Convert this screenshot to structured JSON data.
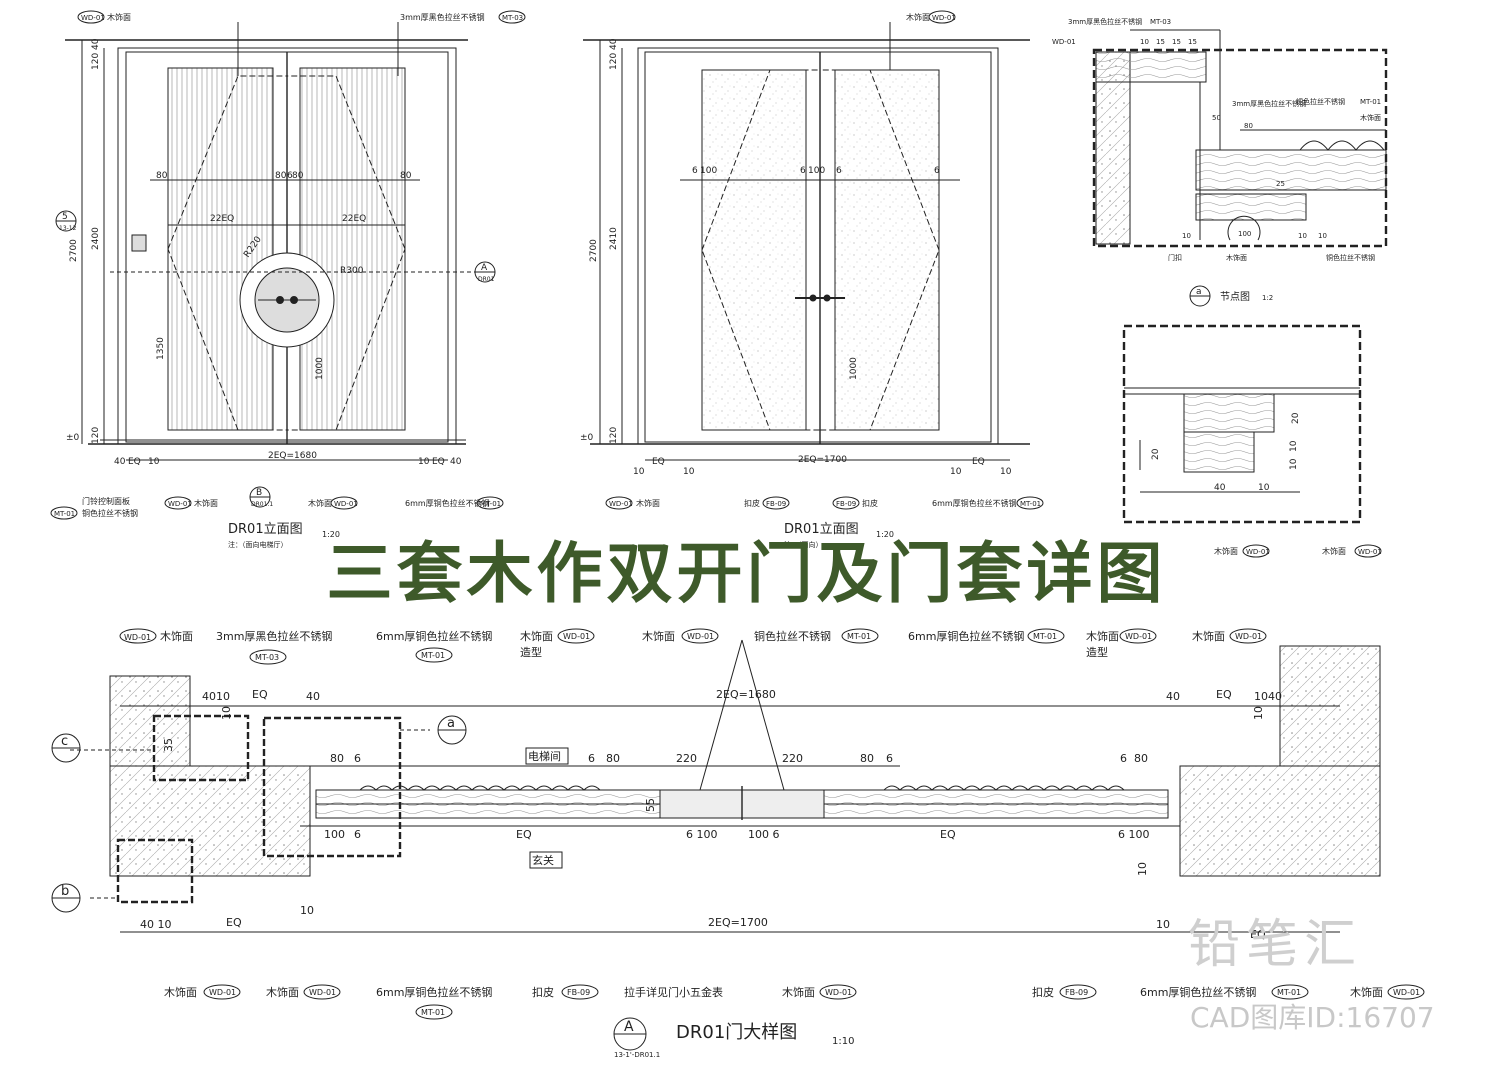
{
  "banner_title": "三套木作双开门及门套详图",
  "brand_watermark": "铅笔汇",
  "cad_id": "CAD图库ID:16707",
  "colors": {
    "line": "#222222",
    "hatch": "#777777",
    "banner": "#3e5a2a",
    "watermark": "#d0d0d0"
  },
  "elev1": {
    "title": "DR01立面图",
    "scale": "1:20",
    "note": "注：（面向电梯厅）",
    "tag_top_left_code": "WD-01",
    "tag_top_left_text": "木饰面",
    "tag_top_right_text": "3mm厚黑色拉丝不锈钢",
    "tag_top_right_code": "MT-03",
    "dims": {
      "h_total": "2700",
      "h_door": "2400",
      "h_top": "120",
      "h_top2": "40",
      "h_handle": "1350",
      "h_bottom": "120",
      "h_inner": "1000",
      "panel_left": "22EQ",
      "panel_right": "22EQ",
      "width": "2EQ=1680",
      "r1": "R220",
      "r2": "R300",
      "d80a": "80",
      "d80b": "80",
      "d80c": "80",
      "d80d": "80",
      "d6": "6",
      "eq_l": "EQ",
      "eq_r": "EQ",
      "d40l": "40",
      "d10l": "10",
      "d10r": "10",
      "d40r": "40",
      "zero": "±0"
    },
    "sec_left_num": "5",
    "sec_left_ref": "13-12",
    "sec_right_letter": "A",
    "sec_right_ref": "DR01",
    "sec_bottom_letter": "B",
    "sec_bottom_ref": "DR01.1",
    "callout_panel": "门铃控制面板",
    "callout_wd_text": "木饰面",
    "wd": "WD-01",
    "mt01": "MT-01",
    "mt01_text": "铜色拉丝不锈钢",
    "callout_wood": "木饰面",
    "callout_6mm": "6mm厚铜色拉丝不锈钢"
  },
  "elev2": {
    "title": "DR01立面图",
    "scale": "1:20",
    "note": "注：（面向）",
    "tag_top_text": "木饰面",
    "tag_top_code": "WD-01",
    "dims": {
      "h_total": "2700",
      "h_door": "2410",
      "h_top": "120",
      "h_top2": "40",
      "h_bottom": "120",
      "h_inner": "1000",
      "width": "2EQ=1700",
      "eq_l": "EQ",
      "eq_r": "EQ",
      "d6a": "6",
      "d100": "100",
      "d6b": "6",
      "d6c": "6",
      "d100b": "100",
      "d6d": "6",
      "d10a": "10",
      "d10b": "10",
      "d10c": "10",
      "d10d": "10",
      "zero": "±0"
    },
    "wd": "WD-01",
    "wd_text": "木饰面",
    "fb": "FB-09",
    "fb_text_l": "扣皮",
    "fb_text_r": "扣皮",
    "mt": "MT-01",
    "mt_text": "6mm厚铜色拉丝不锈钢"
  },
  "node_a": {
    "title": "节点图",
    "scale": "1:2",
    "letter": "a",
    "dims": {
      "d10": "10",
      "d15a": "15",
      "d15b": "15",
      "d15c": "15",
      "d50": "50",
      "d80": "80",
      "d25": "25",
      "d10b": "10",
      "d100": "100",
      "d10c": "10",
      "d10d": "10"
    },
    "lbl_wd": "WD-01",
    "lbl_mt03": "MT-03",
    "lbl_mt": "MT-01",
    "t1": "3mm厚黑色拉丝不锈钢",
    "t2": "3mm厚黑色拉丝不锈钢",
    "t3": "铜色拉丝不锈钢",
    "t4": "木饰面",
    "t5": "门扣",
    "t6": "木饰面",
    "t7": "铜色拉丝不锈钢",
    "t8": "木饰面"
  },
  "node_c": {
    "dims": {
      "d20a": "20",
      "d20b": "20",
      "d10a": "10",
      "d10b": "10",
      "d40": "40",
      "d10c": "10"
    },
    "lbl_l_text": "木饰面",
    "lbl_r_text": "木饰面",
    "wd": "WD-01"
  },
  "plan": {
    "title": "DR01门大样图",
    "scale": "1:10",
    "letter": "A",
    "ref": "13-1'-DR01.1",
    "top_labels": {
      "l1_text": "木饰面",
      "l1_code": "WD-01",
      "l2_text": "3mm厚黑色拉丝不锈钢",
      "l2_code": "MT-03",
      "l3_text": "6mm厚铜色拉丝不锈钢",
      "l3_code": "MT-01",
      "l4_text": "木饰面",
      "l4_text2": "造型",
      "l4_code": "WD-01",
      "l5_text": "木饰面",
      "l5_code": "WD-01",
      "l6_text": "铜色拉丝不锈钢",
      "l6_code": "MT-01",
      "l7_text": "6mm厚铜色拉丝不锈钢",
      "l7_code": "MT-01",
      "l8_text": "木饰面",
      "l8_text2": "造型",
      "l8_code": "WD-01",
      "l9_text": "木饰面",
      "l9_code": "WD-01"
    },
    "bottom_labels": {
      "b1_text": "木饰面",
      "b1_code": "WD-01",
      "b2_text": "木饰面",
      "b2_code": "WD-01",
      "b3_text": "6mm厚铜色拉丝不锈钢",
      "b3_code": "MT-01",
      "b4_text": "扣皮",
      "b4_code": "FB-09",
      "b5_text": "拉手详见门小五金表",
      "b6_text": "木饰面",
      "b6_code": "WD-01",
      "b7_text": "扣皮",
      "b7_code": "FB-09",
      "b8_text": "6mm厚铜色拉丝不锈钢",
      "b8_code": "MT-01",
      "b9_text": "木饰面",
      "b9_code": "WD-01"
    },
    "room_top": "电梯间",
    "room_bottom": "玄关",
    "dims": {
      "w1": "2EQ=1680",
      "w2": "2EQ=1700",
      "eq1": "EQ",
      "eq2": "EQ",
      "eq3": "EQ",
      "eq4": "EQ",
      "eq5": "EQ",
      "eq6": "EQ",
      "d4010": "4010",
      "d40": "40",
      "d40b": "40",
      "d1040": "1040",
      "d80a": "80",
      "d6a": "6",
      "d6b": "6",
      "d80b": "80",
      "d220a": "220",
      "d220b": "220",
      "d80c": "80",
      "d6c": "6",
      "d6d": "6",
      "d80d": "80",
      "d100a": "100",
      "d6e": "6",
      "d6100": "6 100",
      "d1006": "100 6",
      "d6100b": "6 100",
      "d55": "55",
      "d10a": "10",
      "d10b": "10",
      "d10c": "10",
      "d4010b": "40 10",
      "d10d": "10",
      "d35": "35",
      "d10e": "10"
    },
    "sec_c": "c",
    "sec_b": "b",
    "sec_a": "a"
  }
}
